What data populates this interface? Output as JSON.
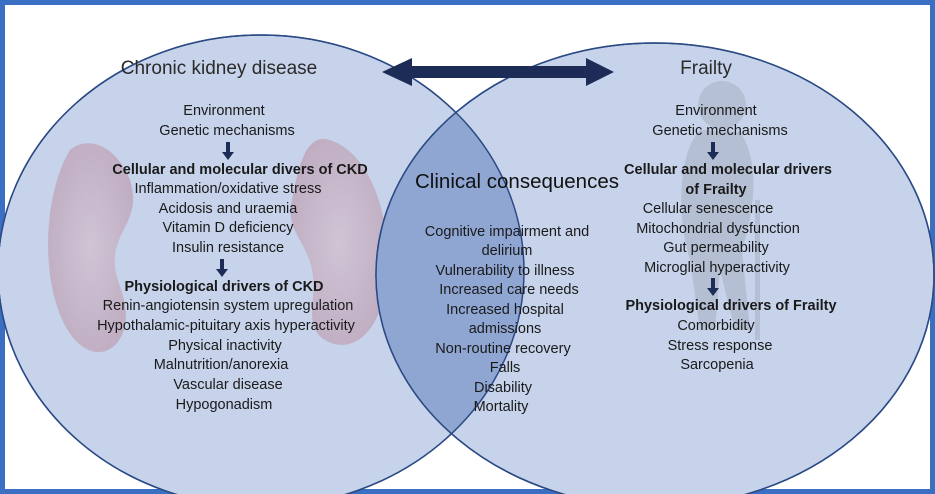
{
  "colors": {
    "frame": "#3b6fc4",
    "circle_fill": "#c6d3ea",
    "circle_stroke": "#2b4a84",
    "overlap_fill": "#8fa6d3",
    "arrow": "#1d2b57"
  },
  "ckd": {
    "title": "Chronic kidney disease",
    "env": "Environment",
    "genetic": "Genetic mechanisms",
    "cellular_heading": "Cellular and molecular divers of CKD",
    "cellular_items": [
      "Inflammation/oxidative stress",
      "Acidosis and uraemia",
      "Vitamin D deficiency",
      "Insulin resistance"
    ],
    "physio_heading": "Physiological drivers of CKD",
    "physio_items": [
      "Renin-angiotensin system upregulation",
      "Hypothalamic-pituitary axis hyperactivity",
      "Physical inactivity",
      "Malnutrition/anorexia",
      "Vascular disease",
      "Hypogonadism"
    ]
  },
  "frailty": {
    "title": "Frailty",
    "env": "Environment",
    "genetic": "Genetic mechanisms",
    "cellular_heading_1": "Cellular and molecular drivers",
    "cellular_heading_2": "of Frailty",
    "cellular_items": [
      "Cellular senescence",
      "Mitochondrial dysfunction",
      "Gut permeability",
      "Microglial hyperactivity"
    ],
    "physio_heading": "Physiological drivers of Frailty",
    "physio_items": [
      "Comorbidity",
      "Stress response",
      "Sarcopenia"
    ]
  },
  "clinical": {
    "title": "Clinical consequences",
    "items": [
      "Cognitive impairment and",
      "delirium",
      "Vulnerability to illness",
      "Increased care needs",
      "Increased hospital",
      "admissions",
      "Non-routine recovery",
      "Falls",
      "Disability",
      "Mortality"
    ]
  }
}
